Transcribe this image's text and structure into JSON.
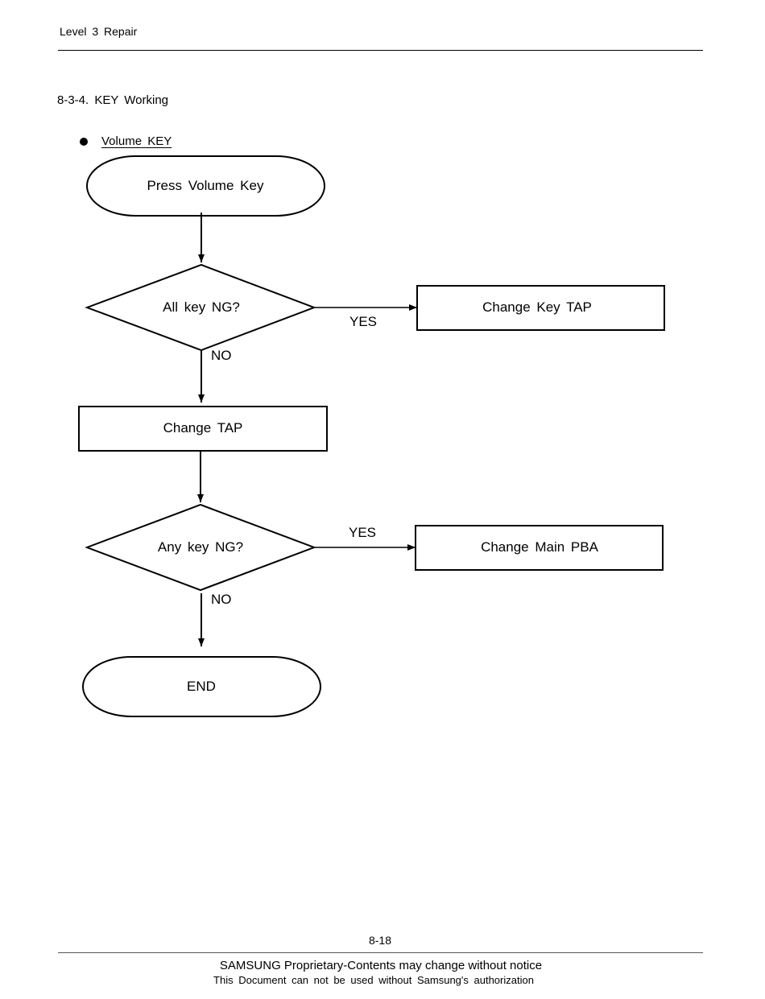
{
  "header": {
    "title": "Level 3 Repair"
  },
  "section": {
    "title": "8-3-4. KEY Working"
  },
  "subsection": {
    "title": "Volume KEY"
  },
  "flowchart": {
    "start": "Press Volume Key",
    "decision1": "All key NG?",
    "decision1_yes": "YES",
    "decision1_no": "NO",
    "action_yes1": "Change Key TAP",
    "action_no1": "Change TAP",
    "decision2": "Any key NG?",
    "decision2_yes": "YES",
    "decision2_no": "NO",
    "action_yes2": "Change Main PBA",
    "end": "END"
  },
  "footer": {
    "page_number": "8-18",
    "notice": "SAMSUNG Proprietary-Contents may change without notice",
    "authorization": "This Document can not be used without Samsung's authorization"
  }
}
